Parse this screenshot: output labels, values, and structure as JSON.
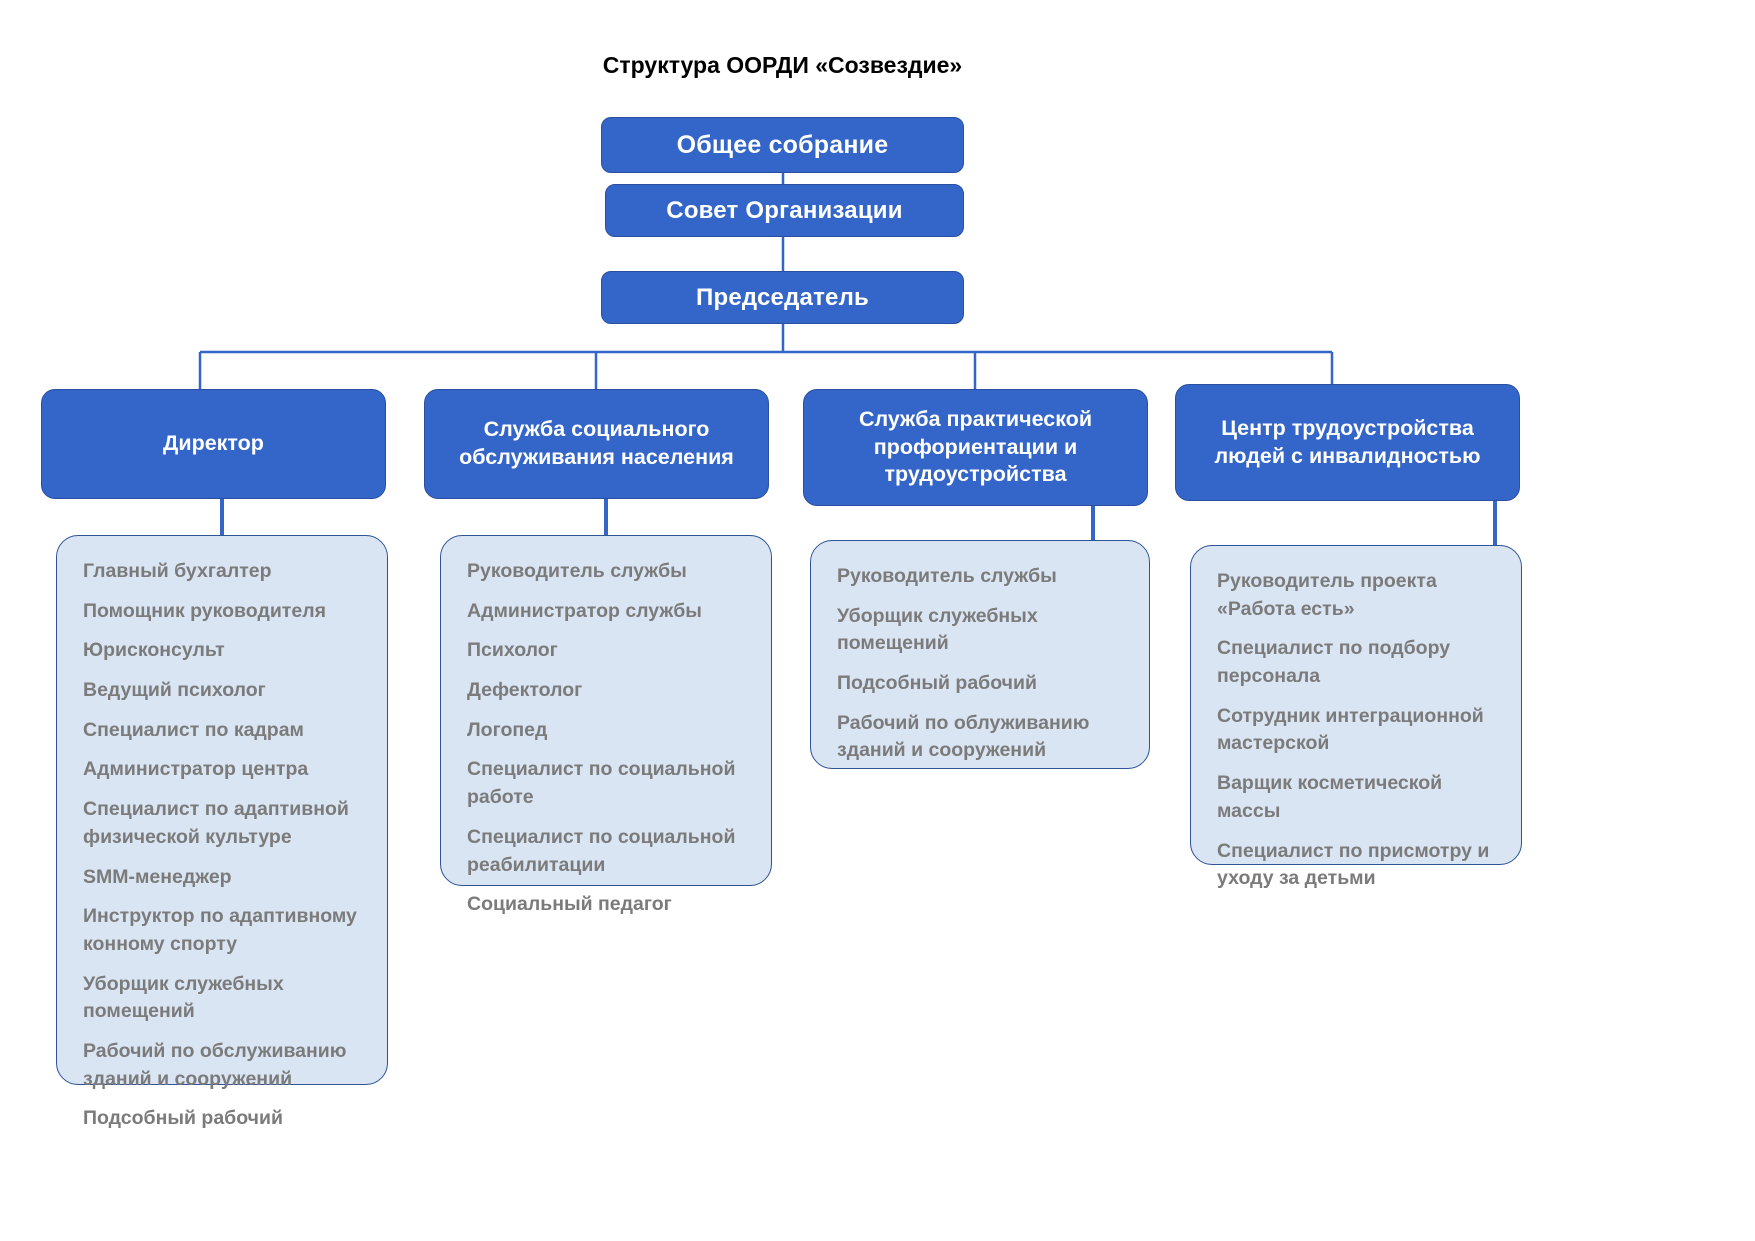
{
  "title": "Структура ООРДИ «Созвездие»",
  "colors": {
    "node_fill": "#3465c8",
    "node_border": "#2a4f9e",
    "list_fill": "#dae5f3",
    "list_border": "#2e5396",
    "list_text": "#7b7b7b",
    "node_text": "#ffffff",
    "title_text": "#000000",
    "connector": "#3465c8",
    "background": "#ffffff"
  },
  "spine": [
    {
      "id": "assembly",
      "label": "Общее собрание"
    },
    {
      "id": "council",
      "label": "Совет Организации"
    },
    {
      "id": "chairman",
      "label": "Председатель"
    }
  ],
  "departments": [
    {
      "id": "director",
      "label": "Директор",
      "staff": [
        "Главный бухгалтер",
        "Помощник руководителя",
        "Юрисконсульт",
        "Ведущий психолог",
        "Специалист по кадрам",
        "Администратор центра",
        "Специалист по адаптивной физической культуре",
        "SMM-менеджер",
        "Инструктор по адаптивному конному спорту",
        "Уборщик служебных помещений",
        "Рабочий по обслуживанию зданий и сооружений",
        "Подсобный рабочий"
      ]
    },
    {
      "id": "social-service",
      "label": "Служба социального обслуживания населения",
      "staff": [
        "Руководитель службы",
        "Администратор службы",
        "Психолог",
        "Дефектолог",
        "Логопед",
        "Специалист по социальной работе",
        "Специалист по социальной реабилитации",
        "Социальный педагог"
      ]
    },
    {
      "id": "career-guidance",
      "label": "Служба практической профориентации и трудоустройства",
      "staff": [
        "Руководитель службы",
        "Уборщик служебных помещений",
        "Подсобный рабочий",
        "Рабочий по облуживанию зданий и сооружений"
      ]
    },
    {
      "id": "employment-center",
      "label": "Центр трудоустройства людей с инвалидностью",
      "staff": [
        "Руководитель проекта «Работа есть»",
        "Специалист по подбору персонала",
        "Сотрудник интеграционной мастерской",
        "Варщик косметической массы",
        "Специалист по присмотру и уходу за детьми"
      ]
    }
  ]
}
